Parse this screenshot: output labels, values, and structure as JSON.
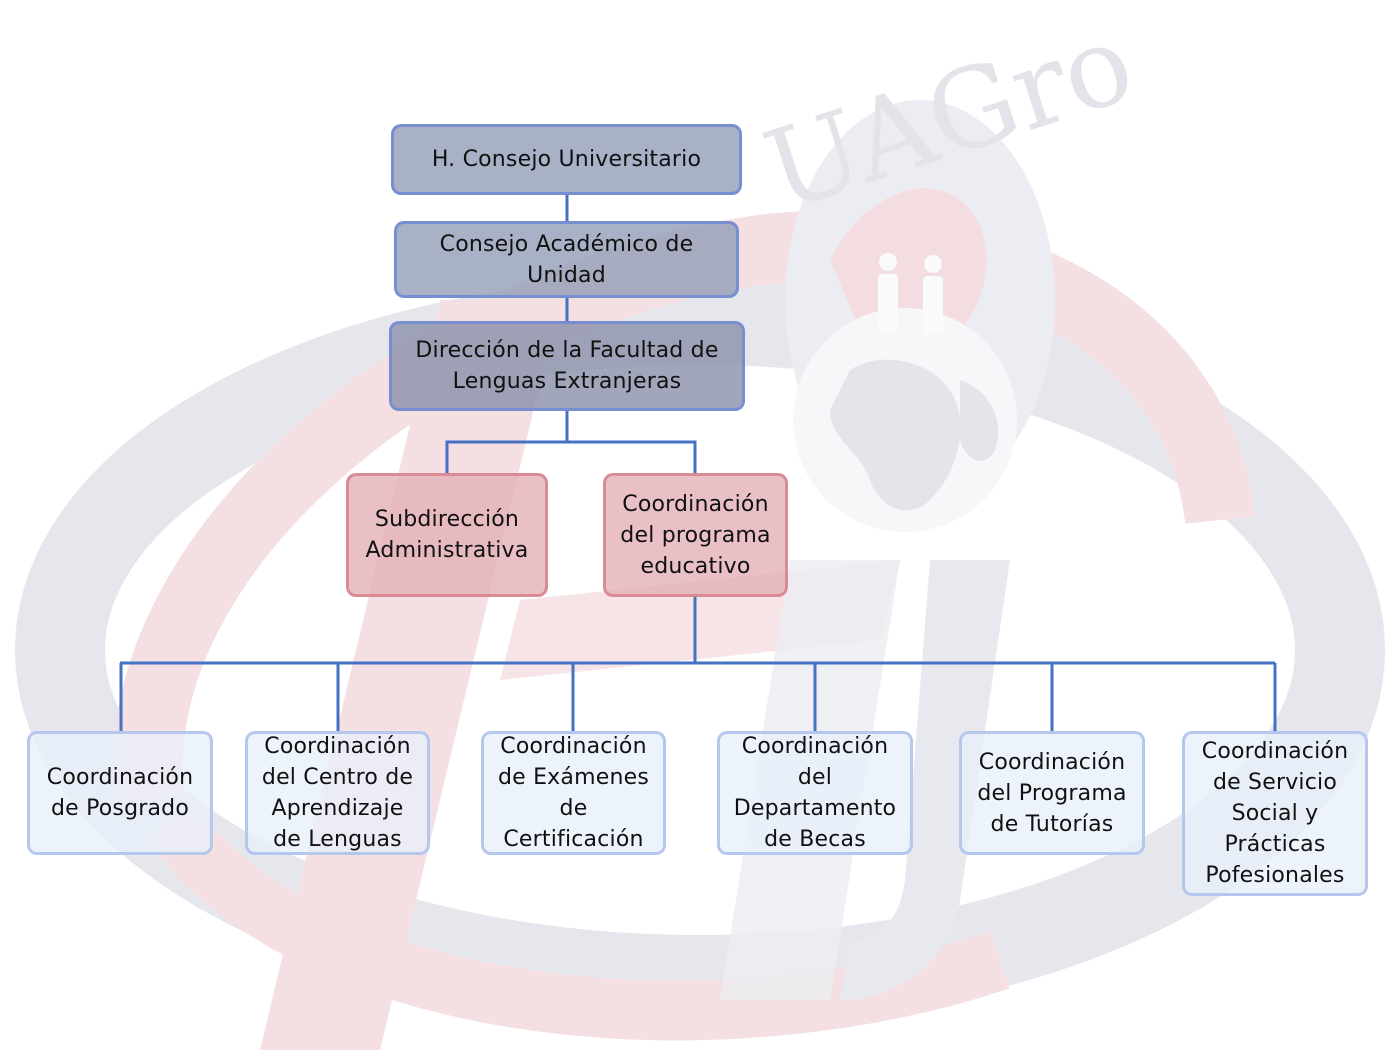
{
  "diagram": {
    "type": "org-chart",
    "watermark": {
      "text": "UAGro",
      "monogram": "LE",
      "icon": "globe-with-people-icon"
    },
    "colors": {
      "connector": "#4472C4",
      "top_fill": "#949EB8",
      "mid_fill": "#E2B0B6",
      "low_fill": "#E8F0FA",
      "watermark_red": "#F3DDE0",
      "watermark_grey": "#E4E6EC"
    },
    "nodes": {
      "consejo_universitario": {
        "label": "H. Consejo Universitario"
      },
      "consejo_academico": {
        "label": "Consejo Académico de\nUnidad"
      },
      "direccion": {
        "label": "Dirección de la Facultad de\nLenguas Extranjeras"
      },
      "subdireccion": {
        "label": "Subdirección\nAdministrativa"
      },
      "coord_programa_educativo": {
        "label": "Coordinación\ndel programa\neducativo"
      },
      "coord_posgrado": {
        "label": "Coordinación\nde Posgrado"
      },
      "coord_centro_aprendizaje": {
        "label": "Coordinación\ndel Centro de\nAprendizaje\nde Lenguas"
      },
      "coord_examenes": {
        "label": "Coordinación\nde Exámenes\nde\nCertificación"
      },
      "coord_becas": {
        "label": "Coordinación\ndel\nDepartamento\nde Becas"
      },
      "coord_tutorias": {
        "label": "Coordinación\ndel Programa\nde Tutorías"
      },
      "coord_servicio_social": {
        "label": "Coordinación\nde Servicio\nSocial y\nPrácticas\nPofesionales"
      }
    },
    "edges": [
      [
        "consejo_universitario",
        "consejo_academico"
      ],
      [
        "consejo_academico",
        "direccion"
      ],
      [
        "direccion",
        "subdireccion"
      ],
      [
        "direccion",
        "coord_programa_educativo"
      ],
      [
        "coord_programa_educativo",
        "coord_posgrado"
      ],
      [
        "coord_programa_educativo",
        "coord_centro_aprendizaje"
      ],
      [
        "coord_programa_educativo",
        "coord_examenes"
      ],
      [
        "coord_programa_educativo",
        "coord_becas"
      ],
      [
        "coord_programa_educativo",
        "coord_tutorias"
      ],
      [
        "coord_programa_educativo",
        "coord_servicio_social"
      ]
    ]
  }
}
